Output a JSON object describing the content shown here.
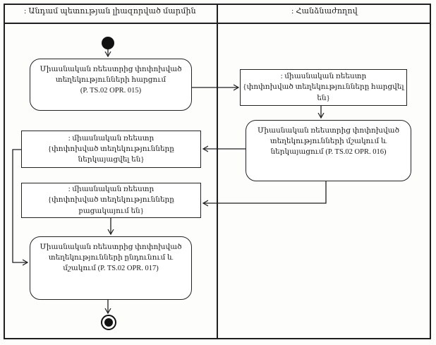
{
  "lanes": {
    "left": {
      "label": ": Անդամ պետության լիազորված մարմին"
    },
    "right": {
      "label": ": Հանձնաժողով"
    }
  },
  "nodes": {
    "activity1": {
      "lines": [
        "Միասնական ռեեստրից փոփոխված",
        "տեղեկությունների հարցում",
        "(P. TS.02 OPR. 015)"
      ]
    },
    "object1": {
      "title": ": միասնական ռեեստր",
      "state": "{փոփոխված տեղեկությունները հարցվել են}"
    },
    "activity2": {
      "lines": [
        "Միասնական ռեեստրից փոփոխված",
        "տեղեկությունների մշակում և",
        "ներկայացում (P. TS.02 OPR. 016)"
      ]
    },
    "object2": {
      "title": ": միասնական ռեեստր",
      "state": "{փոփոխված տեղեկությունները ներկայացվել են}"
    },
    "object3": {
      "title": ": միասնական ռեեստր",
      "state": "{փոփոխված տեղեկությունները բացակայում են}"
    },
    "activity3": {
      "lines": [
        "Միասնական ռեեստրից փոփոխված",
        "տեղեկությունների ընդունում և",
        "մշակում (P. TS.02 OPR. 017)"
      ]
    }
  },
  "colors": {
    "line": "#1f1f1f",
    "background": "#ffffff"
  }
}
